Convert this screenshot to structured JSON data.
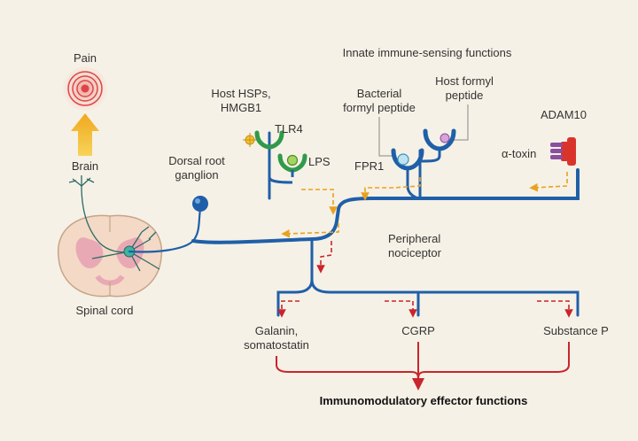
{
  "labels": {
    "pain": "Pain",
    "brain": "Brain",
    "spinal_cord": "Spinal cord",
    "drg_line1": "Dorsal root",
    "drg_line2": "ganglion",
    "innate_title": "Innate immune-sensing functions",
    "host_hsps_line1": "Host HSPs,",
    "host_hsps_line2": "HMGB1",
    "tlr4": "TLR4",
    "lps": "LPS",
    "bact_line1": "Bacterial",
    "bact_line2": "formyl peptide",
    "host_formyl_line1": "Host formyl",
    "host_formyl_line2": "peptide",
    "fpr1": "FPR1",
    "adam10": "ADAM10",
    "alpha_toxin": "α-toxin",
    "peripheral_line1": "Peripheral",
    "peripheral_line2": "nociceptor",
    "galanin_line1": "Galanin,",
    "galanin_line2": "somatostatin",
    "cgrp": "CGRP",
    "substance_p": "Substance P",
    "effector": "Immunomodulatory effector functions"
  },
  "colors": {
    "background": "#f6f1e6",
    "nerve_blue": "#1f5fa8",
    "efferent_red": "#c9252c",
    "afferent_orange": "#e8a21f",
    "tlr4_green": "#2f9a4a",
    "adam10_red": "#d9342b",
    "toxin_purple": "#8a4f9e",
    "pain_arrow": "#f2c230"
  }
}
